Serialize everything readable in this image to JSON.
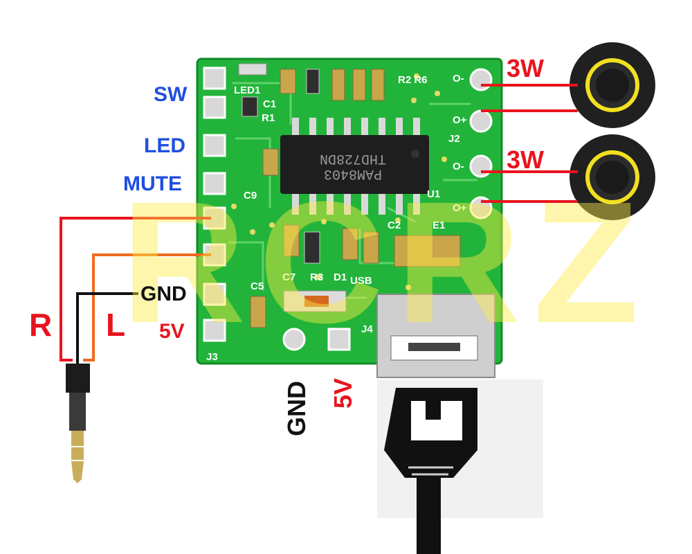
{
  "watermark": "RCRZ",
  "chip": {
    "line1": "PAM8403",
    "line2": "THD728DN"
  },
  "left_pin_labels": {
    "sw": "SW",
    "led": "LED",
    "mute": "MUTE",
    "gnd": "GND",
    "v5": "5V"
  },
  "channel_labels": {
    "right": "R",
    "left": "L"
  },
  "speaker_labels": {
    "top": "3W",
    "bottom": "3W"
  },
  "bottom_pin_labels": {
    "gnd": "GND",
    "v5": "5V"
  },
  "silkscreen": {
    "led1": "LED1",
    "c1": "C1",
    "r1": "R1",
    "c9": "C9",
    "c7": "C7",
    "r3": "R3",
    "d1": "D1",
    "c5": "C5",
    "u1": "U1",
    "usb": "USB",
    "j2": "J2",
    "j3": "J3",
    "j4": "J4",
    "e1": "E1",
    "c2": "C2",
    "r5r6": "R2 R6",
    "out_top_minus": "O-",
    "out_top_plus": "O+",
    "out_bot_minus": "O-",
    "out_bot_plus": "O+"
  },
  "colors": {
    "pcb_green": "#22b43a",
    "pcb_dark": "#138a28",
    "wire_red": "#e8141e",
    "wire_orange": "#f06a20",
    "wire_black": "#111111",
    "label_blue": "#1f4fe0",
    "speaker_ring": "#f2e020",
    "watermark": "#faeb46"
  }
}
